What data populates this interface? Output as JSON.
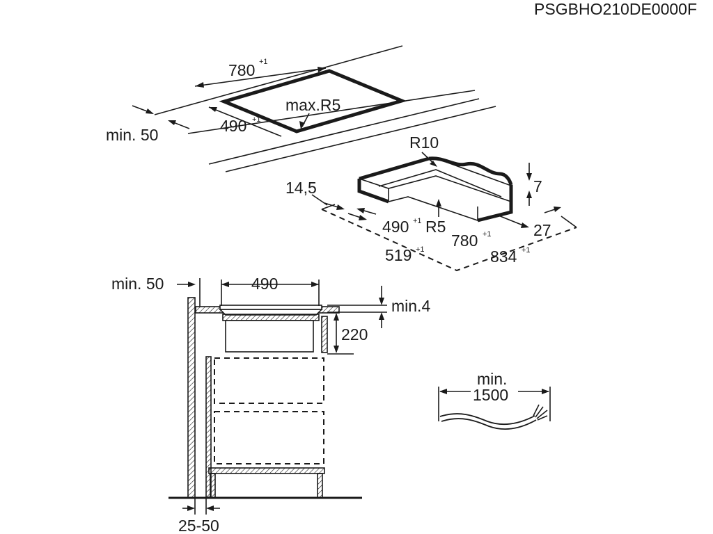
{
  "model_code": "PSGBHO210DE0000F",
  "cutout": {
    "length": "780",
    "length_tol": "+1",
    "width": "490",
    "width_tol": "+1",
    "corner_radius": "max.R5",
    "edge_distance": "min. 50"
  },
  "frame": {
    "outer_radius": "R10",
    "step_height": "7",
    "border": "14,5",
    "width": "490",
    "width_tol": "+1",
    "inner_radius": "R5",
    "length": "780",
    "length_tol": "+1",
    "side_border": "27",
    "outer_width": "519",
    "outer_width_tol": "+1",
    "outer_length": "834",
    "outer_length_tol": "+1"
  },
  "section": {
    "wall_distance": "min. 50",
    "unit_width": "490",
    "top_gap": "min.4",
    "depth": "220",
    "side_gap": "25-50"
  },
  "cable": {
    "min_label": "min.",
    "length": "1500"
  }
}
